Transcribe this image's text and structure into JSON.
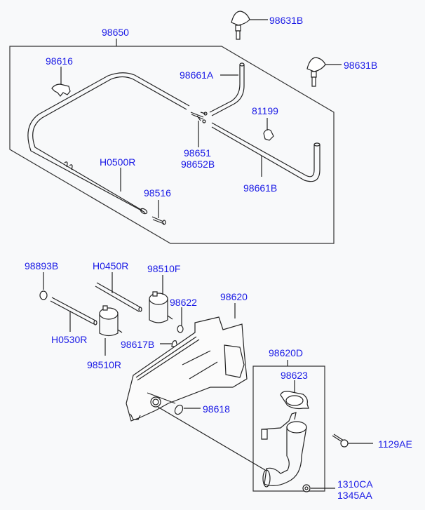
{
  "diagram": {
    "title": "Windshield washer parts diagram",
    "colors": {
      "label": "#1a1ae6",
      "line": "#222222",
      "background": "#f8f9fa"
    },
    "labels": {
      "p98650": "98650",
      "p98616": "98616",
      "p98631B_1": "98631B",
      "p98631B_2": "98631B",
      "p98661A": "98661A",
      "p81199": "81199",
      "p98651": "98651",
      "p98652B": "98652B",
      "p98661B": "98661B",
      "pH0500R": "H0500R",
      "p98516": "98516",
      "p98893B": "98893B",
      "pH0450R": "H0450R",
      "p98510F": "98510F",
      "p98622": "98622",
      "p98620": "98620",
      "pH0530R": "H0530R",
      "p98617B": "98617B",
      "p98510R": "98510R",
      "p98620D": "98620D",
      "p98623": "98623",
      "p98618": "98618",
      "p1129AE": "1129AE",
      "p1310CA": "1310CA",
      "p1345AA": "1345AA"
    }
  }
}
